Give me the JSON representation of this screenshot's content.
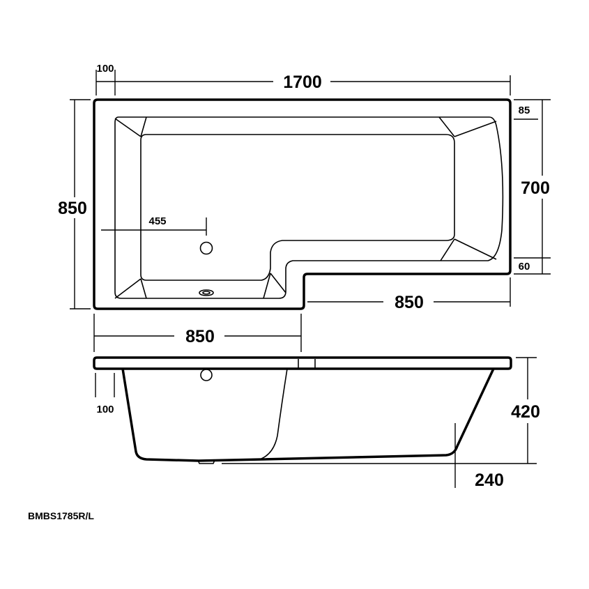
{
  "dimensions": {
    "overall_length": "1700",
    "left_offset_top": "100",
    "overall_width": "850",
    "end_inset_top": "85",
    "end_width": "700",
    "end_inset_bottom": "60",
    "waste_position": "455",
    "step_length_right": "850",
    "step_length_left": "850",
    "left_offset_side": "100",
    "height": "420",
    "end_slope": "240"
  },
  "model_code": "BMBS1785R/L"
}
